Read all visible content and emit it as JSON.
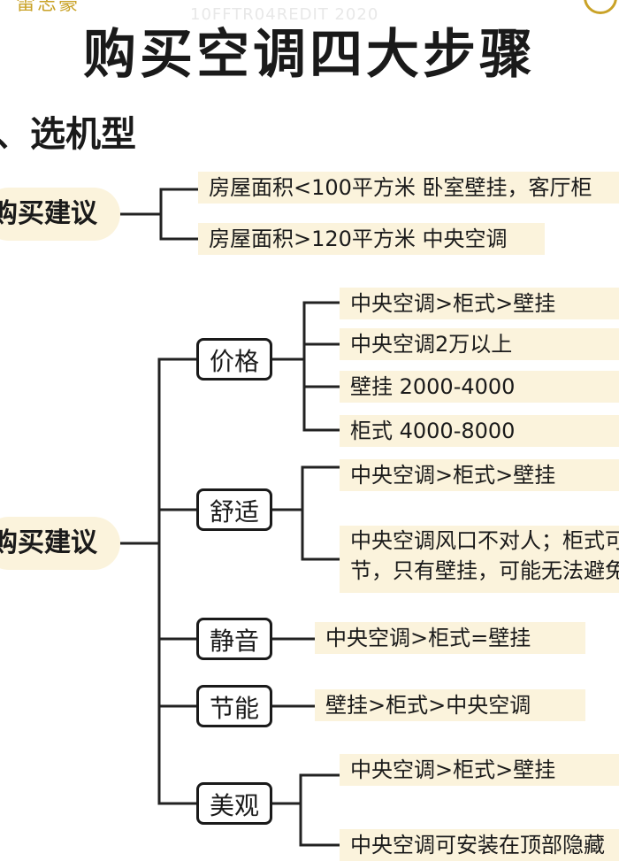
{
  "brand": "雷志豪",
  "watermark": "10FFTR04REDIT 2020",
  "title": "购买空调四大步骤",
  "section1": "、选机型",
  "root1": {
    "label": "购买建议",
    "items": [
      "房屋面积<100平方米    卧室壁挂，客厅柜",
      "房屋面积>120平方米   中央空调"
    ]
  },
  "root2": {
    "label": "购买建议",
    "categories": [
      {
        "label": "价格",
        "items": [
          "中央空调>柜式>壁挂",
          "中央空调2万以上",
          "壁挂     2000-4000",
          "柜式   4000-8000"
        ]
      },
      {
        "label": "舒适",
        "items": [
          "中央空调>柜式>壁挂",
          "中央空调风口不对人；柜式可",
          "节，只有壁挂，可能无法避免"
        ]
      },
      {
        "label": "静音",
        "items": [
          "中央空调>柜式=壁挂"
        ]
      },
      {
        "label": "节能",
        "items": [
          "壁挂>柜式>中央空调"
        ]
      },
      {
        "label": "美观",
        "items": [
          "中央空调>柜式>壁挂",
          "中央空调可安装在顶部隐藏"
        ]
      }
    ]
  }
}
